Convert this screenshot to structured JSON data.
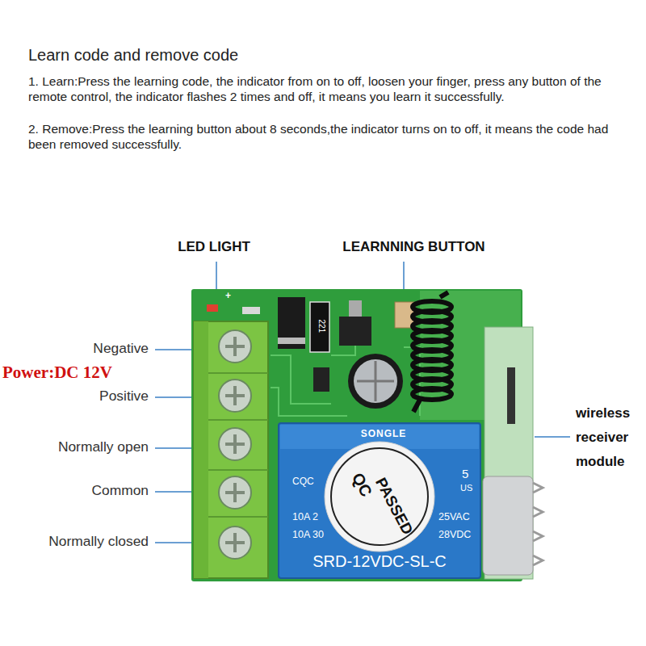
{
  "diagram": {
    "title": "Learn code and remove code",
    "labels": [
      "1. Learn:Press the learning code, the indicator from on to off, loosen your finger, press any button of the remote control, the indicator flashes 2 times and off, it means you learn it successfully.",
      "2. Remove:Press the learning button about 8 seconds,the indicator turns on to off, it means the code had been removed successfully.",
      "LED LIGHT",
      "LEARNNING BUTTON",
      "Negative",
      "Power:DC 12V",
      "Positive",
      "Normally open",
      "Common",
      "Normally closed",
      "wireless receiver module",
      "+",
      "221",
      "SONGLE",
      "CQC",
      "5",
      "US",
      "10A 2",
      "25VAC",
      "10A 30",
      "28VDC",
      "SRD-12VDC-SL-C",
      "QC",
      "PASSED"
    ]
  }
}
